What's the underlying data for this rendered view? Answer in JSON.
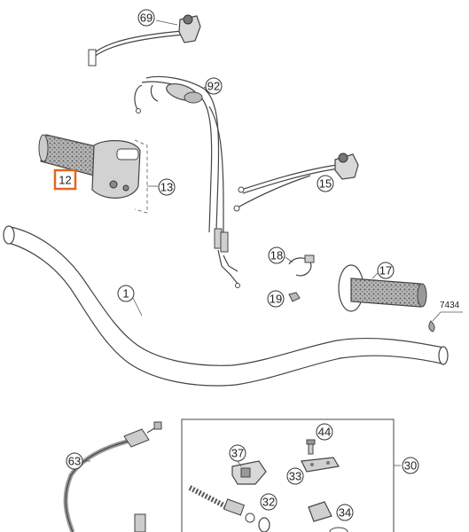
{
  "callouts": {
    "c69": "69",
    "c92": "92",
    "c12": "12",
    "c13": "13",
    "c15": "15",
    "c18": "18",
    "c17": "17",
    "c19": "19",
    "c1": "1",
    "c7434": "7434",
    "c63": "63",
    "c44": "44",
    "c37": "37",
    "c33": "33",
    "c30": "30",
    "c32": "32",
    "c34": "34"
  },
  "highlight": {
    "part": "12",
    "color": "#e8641e"
  }
}
